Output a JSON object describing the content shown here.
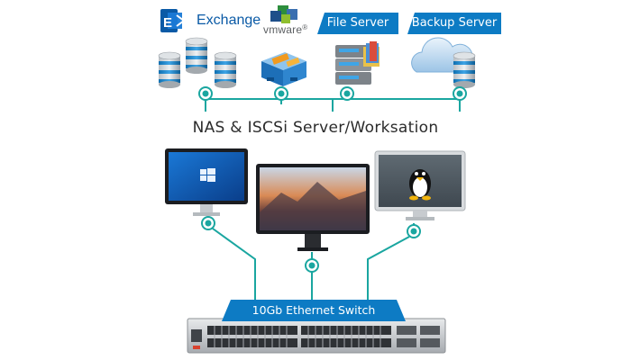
{
  "logos": {
    "exchange_text": "Exchange",
    "vmware_text": "vmware"
  },
  "tags": {
    "file_server": "File Server",
    "backup_server": "Backup Server"
  },
  "caption": "NAS & ISCSi Server/Worksation",
  "switch_label": "10Gb Ethernet Switch",
  "icons": {
    "exchange": "exchange-logo",
    "windows": "windows-logo",
    "linux": "tux-penguin",
    "cloud": "cloud-icon"
  },
  "colors": {
    "accent": "#0d7bc4",
    "connector": "#1aa6a0",
    "exchange_blue": "#0a5aa6"
  }
}
